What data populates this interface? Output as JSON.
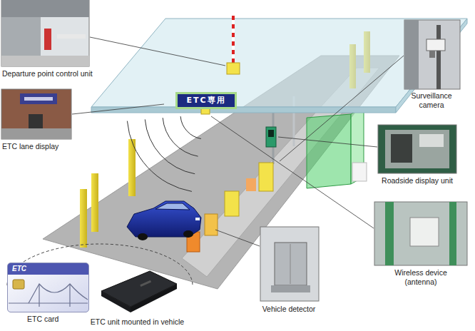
{
  "diagram": {
    "nodes": [
      {
        "text": [
          "ETC専用"
        ]
      },
      {
        "text": [
          "ETC"
        ]
      }
    ],
    "labels": [
      "Departure point control unit",
      "ETC lane display",
      "Surveillance camera",
      "Roadside display unit",
      "Wireless device (antenna)",
      "Vehicle detector",
      "ETC card",
      "ETC unit mounted in vehicle"
    ]
  }
}
